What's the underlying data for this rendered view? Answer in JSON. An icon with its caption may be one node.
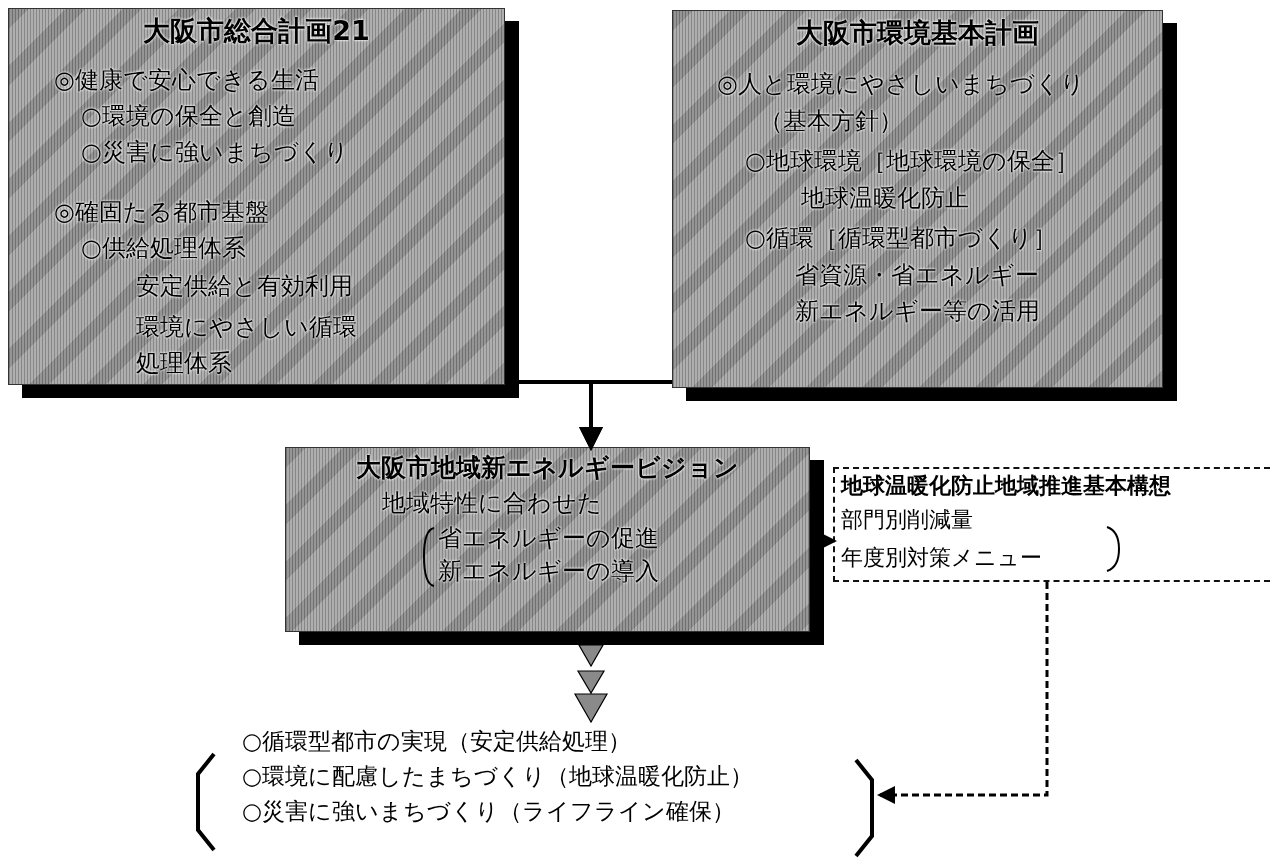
{
  "diagram": {
    "nodes": [
      {
        "text": [
          "大阪市総合計画21",
          "◎健康で安心できる生活",
          "○環境の保全と創造",
          "○災害に強いまちづくり",
          "◎確固たる都市基盤",
          "○供給処理体系",
          "安定供給と有効利用",
          "環境にやさしい循環処理体系"
        ]
      },
      {
        "text": [
          "大阪市環境基本計画",
          "◎人と環境にやさしいまちづくり",
          "（基本方針）",
          "○地球環境［地球環境の保全］",
          "地球温暖化防止",
          "○循環［循環型都市づくり］",
          "省資源・省エネルギー",
          "新エネルギー等の活用"
        ]
      },
      {
        "text": [
          "大阪市地域新エネルギービジョン",
          "地域特性に合わせた",
          "省エネルギーの促進",
          "新エネルギーの導入"
        ]
      },
      {
        "text": [
          "地球温暖化防止地域推進基本構想",
          "部門別削減量",
          "年度別対策メニュー"
        ]
      },
      {
        "text": [
          "○循環型都市の実現（安定供給処理）",
          "○環境に配慮したまちづくり（地球温暖化防止）",
          "○災害に強いまちづくり（ライフライン確保）"
        ]
      }
    ],
    "edges": [
      {
        "from": 0,
        "to": 2,
        "arrow": "to"
      },
      {
        "from": 1,
        "to": 2,
        "arrow": "to"
      },
      {
        "from": 2,
        "to": 3,
        "arrow": "to"
      },
      {
        "from": 2,
        "to": 4,
        "arrow": "to"
      },
      {
        "from": 3,
        "to": 4,
        "arrow": "to",
        "style": "dashed"
      }
    ]
  }
}
